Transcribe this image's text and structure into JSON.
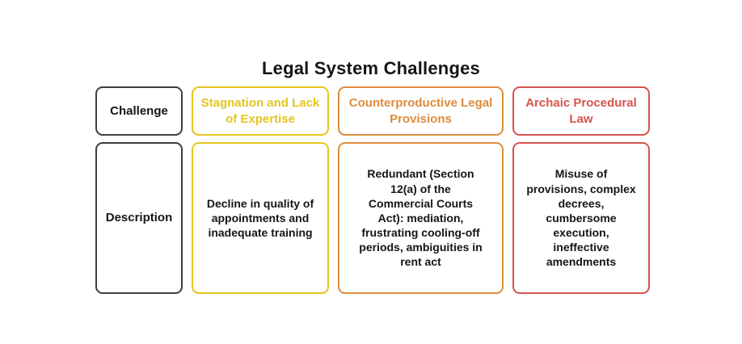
{
  "title": "Legal System Challenges",
  "palette": {
    "label_border": "#3d3d44",
    "yellow": "#e5c51f",
    "orange": "#dc8c3c",
    "red": "#d6534f",
    "body_text": "#151515",
    "background": "#ffffff"
  },
  "table": {
    "row_labels": [
      "Challenge",
      "Description"
    ],
    "columns": [
      {
        "color": "#e5c51f",
        "challenge": "Stagnation and Lack of Expertise",
        "description": "Decline in quality of appointments and inadequate training"
      },
      {
        "color": "#dc8c3c",
        "challenge": "Counterproductive Legal Provisions",
        "description": "Redundant (Section 12(a) of the Commercial Courts Act): mediation, frustrating cooling-off periods, ambiguities in rent act"
      },
      {
        "color": "#d6534f",
        "challenge": "Archaic Procedural Law",
        "description": "Misuse of provisions, complex decrees, cumbersome execution, ineffective amendments"
      }
    ]
  }
}
